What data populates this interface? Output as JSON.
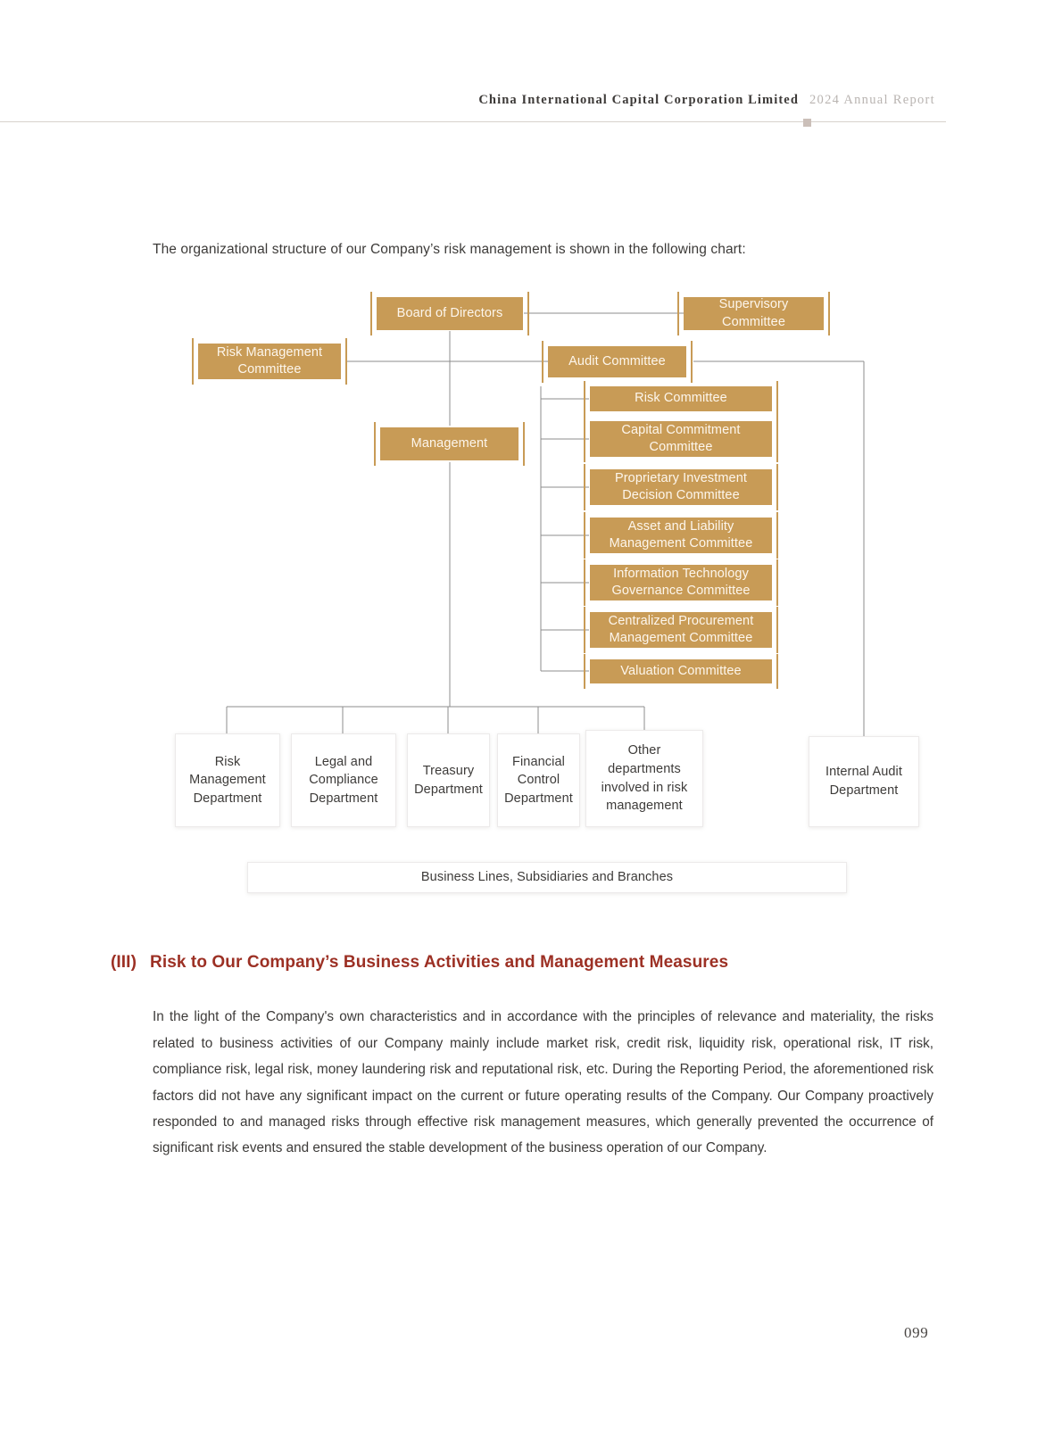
{
  "header": {
    "company": "China International Capital Corporation Limited",
    "report": "2024 Annual Report"
  },
  "intro": {
    "text": "The organizational structure of our Company’s risk management is shown in the following chart:"
  },
  "colors": {
    "node_fill": "#c89b56",
    "node_text": "#fdf6ec",
    "heading": "#9c3024",
    "body_text": "#3d3b39",
    "connector": "#8c8c8c",
    "rule": "#d8d2cd"
  },
  "chart_data": {
    "type": "diagram",
    "title": "Organizational structure of risk management",
    "nodes": {
      "board": "Board of Directors",
      "supervisory": "Supervisory Committee",
      "risk_mgmt_committee": "Risk Management Committee",
      "audit_committee": "Audit Committee",
      "management": "Management",
      "business_lines": "Business Lines, Subsidiaries and Branches"
    },
    "management_committees": [
      "Risk Committee",
      "Capital Commitment Committee",
      "Proprietary Investment Decision Committee",
      "Asset and Liability Management Committee",
      "Information Technology Governance Committee",
      "Centralized Procurement Management Committee",
      "Valuation Committee"
    ],
    "departments": [
      "Risk Management Department",
      "Legal and Compliance Department",
      "Treasury Department",
      "Financial Control Department",
      "Other departments involved in risk management"
    ],
    "audit_department": "Internal Audit Department"
  },
  "section": {
    "number": "(III)",
    "title": "Risk to Our Company’s Business Activities and Management Measures",
    "paragraph": "In the light of the Company's own characteristics and in accordance with the principles of relevance and materiality, the risks related to business activities of our Company mainly  include market risk, credit risk, liquidity risk, operational risk, IT risk, compliance risk, legal risk, money laundering risk and reputational risk, etc. During the Reporting Period, the aforementioned risk factors did not have any significant impact on the current or future operating results of the Company. Our Company proactively responded to and managed risks through effective risk management measures, which generally prevented the occurrence of significant risk events and ensured the stable development of the business operation of our Company."
  },
  "footer": {
    "page_number": "099"
  }
}
